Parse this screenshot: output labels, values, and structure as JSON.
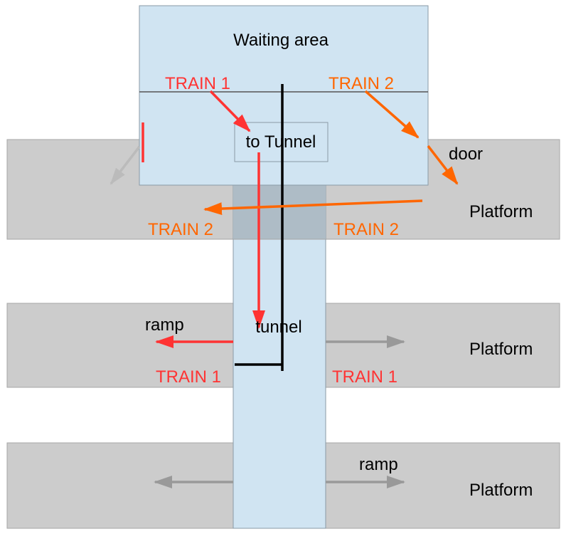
{
  "labels": {
    "waiting_area": "Waiting area",
    "to_tunnel": "to Tunnel",
    "door": "door",
    "tunnel": "tunnel",
    "ramp": "ramp",
    "platform": "Platform",
    "train1": "TRAIN 1",
    "train2": "TRAIN 2"
  },
  "colors": {
    "platform_fill": "#cccccc",
    "platform_stroke": "#a6a6a6",
    "area_fill": "#d0e4f2",
    "area_stroke": "#8a9aa6",
    "overlap_fill": "#aebcc6",
    "train1": "#ff3333",
    "train2": "#ff6600",
    "gray_arrow": "#999999",
    "wall": "#000000",
    "text": "#000000"
  }
}
